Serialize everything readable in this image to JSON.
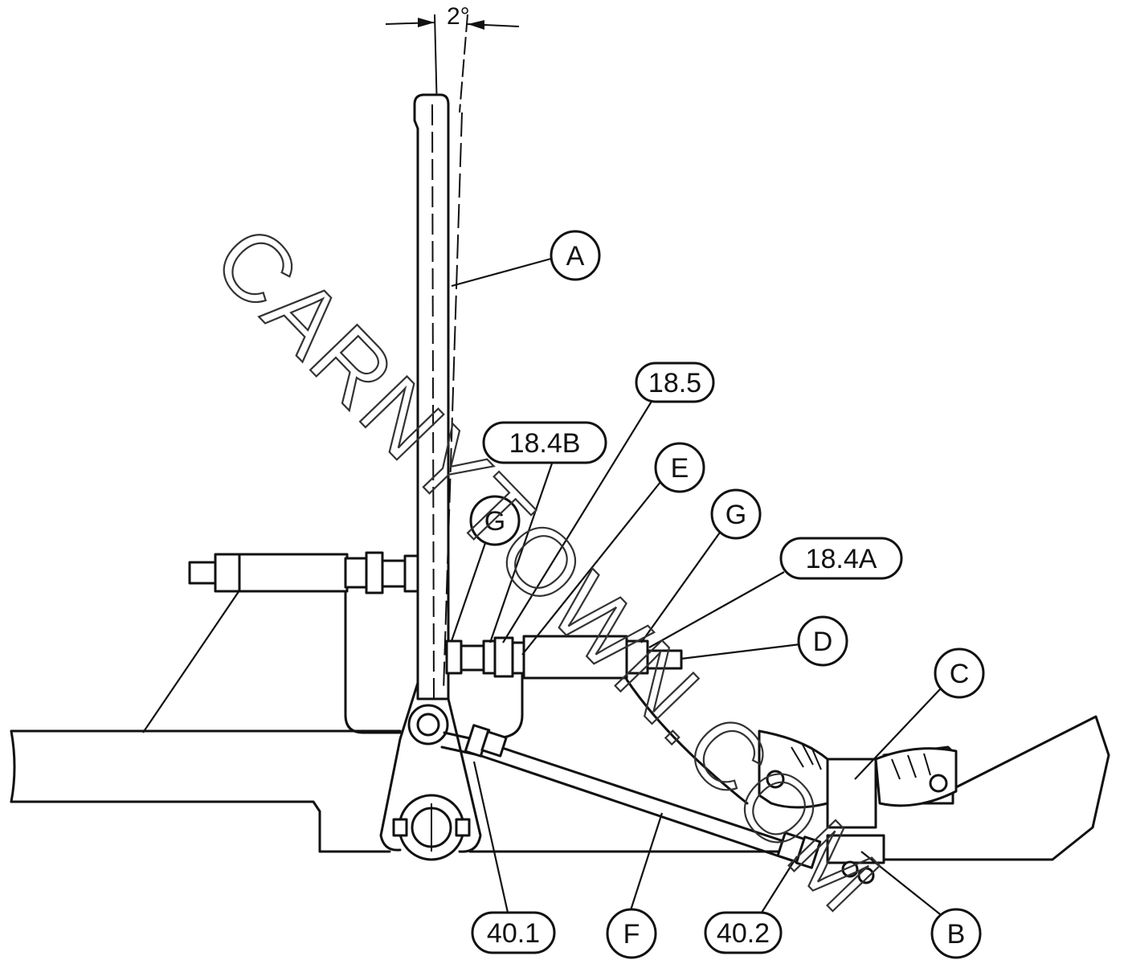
{
  "angle": "2°",
  "watermark": "CARNYTOWN.COM",
  "labels": {
    "A": "A",
    "B": "B",
    "C": "C",
    "D": "D",
    "E": "E",
    "F": "F",
    "G_left": "G",
    "G_right": "G",
    "p18_5": "18.5",
    "p18_4B": "18.4B",
    "p18_4A": "18.4A",
    "p40_1": "40.1",
    "p40_2": "40.2"
  }
}
